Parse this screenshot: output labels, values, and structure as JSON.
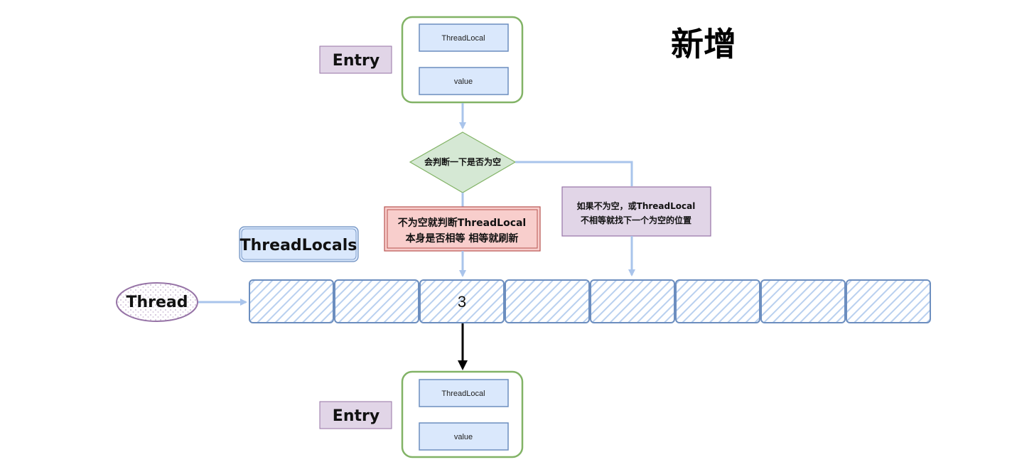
{
  "title": "新增",
  "thread_label": "Thread",
  "threadlocals_label": "ThreadLocals",
  "entry_top": {
    "label": "Entry",
    "key": "ThreadLocal",
    "value": "value"
  },
  "entry_bottom": {
    "label": "Entry",
    "key": "ThreadLocal",
    "value": "value"
  },
  "decision": {
    "text": "会判断一下是否为空"
  },
  "branch_same": {
    "line1": "不为空就判断ThreadLocal",
    "line2": "本身是否相等 相等就刷新"
  },
  "branch_next": {
    "line1": "如果不为空，或ThreadLocal",
    "line2": "不相等就找下一个为空的位置"
  },
  "slots": [
    "",
    "",
    "3",
    "",
    "",
    "",
    "",
    ""
  ],
  "colors": {
    "green_border": "#82b366",
    "blue_fill": "#dae8fc",
    "blue_border": "#6c8ebf",
    "purple_fill": "#e1d5e7",
    "purple_border": "#9673a6",
    "red_fill": "#f8cecc",
    "red_border": "#b85450",
    "diamond_fill": "#d5e8d4",
    "arrow": "#a9c4eb"
  }
}
